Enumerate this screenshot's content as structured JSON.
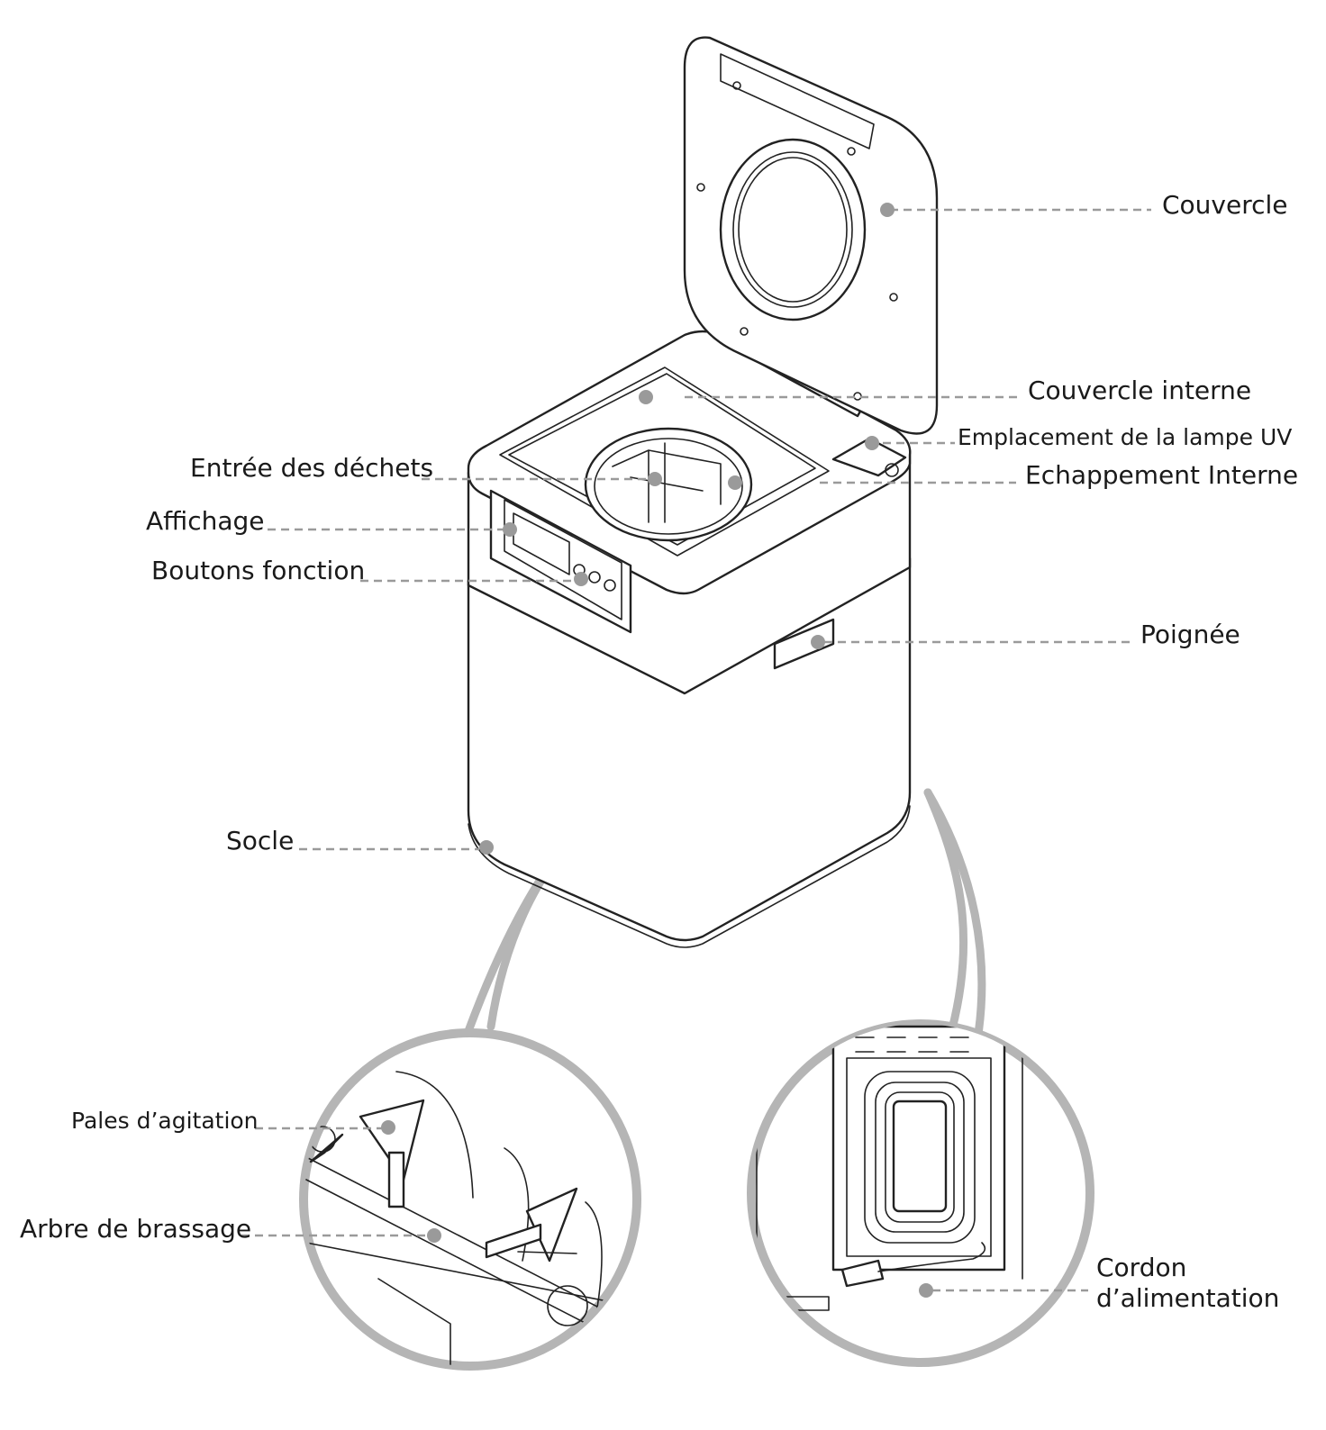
{
  "labels": {
    "couvercle": "Couvercle",
    "couvercle_interne": "Couvercle interne",
    "lampe_uv": "Emplacement de la lampe UV",
    "echappement": "Echappement Interne",
    "entree": "Entrée des déchets",
    "affichage": "Affichage",
    "boutons": "Boutons fonction",
    "poignee": "Poignée",
    "socle": "Socle",
    "pales": "Pales d’agitation",
    "arbre": "Arbre de brassage",
    "cordon_1": "Cordon",
    "cordon_2": "d’alimentation"
  },
  "colors": {
    "leader": "#9a9a9a",
    "outline": "#222222",
    "zoom_ring": "#b5b5b5"
  }
}
